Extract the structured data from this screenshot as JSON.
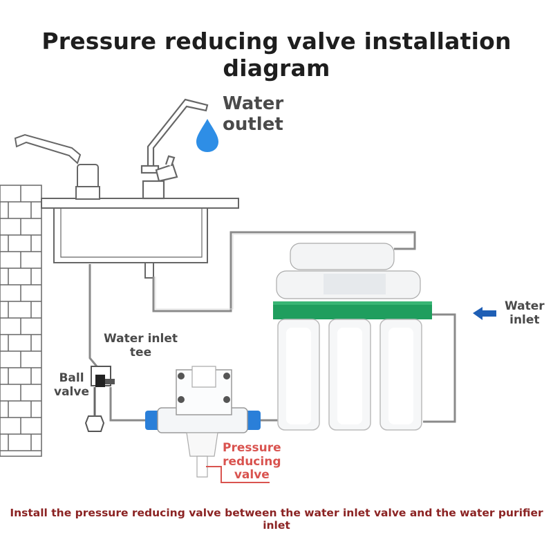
{
  "title": "Pressure reducing valve installation diagram",
  "labels": {
    "water_outlet_line1": "Water",
    "water_outlet_line2": "outlet",
    "water_inlet_line1": "Water",
    "water_inlet_line2": "inlet",
    "tee_line1": "Water inlet",
    "tee_line2": "tee",
    "ball_line1": "Ball",
    "ball_line2": "valve",
    "prv_line1": "Pressure",
    "prv_line2": "reducing",
    "prv_line3": "valve"
  },
  "caption": "Install the pressure reducing valve between the water inlet valve and the water purifier inlet",
  "colors": {
    "water_drop": "#2e8ee6",
    "inlet_arrow": "#1f5fb5",
    "filter_base": "#1f9e5e",
    "valve_fitting": "#2a7fd9",
    "label_highlight": "#d9534f",
    "caption": "#8b2323"
  }
}
